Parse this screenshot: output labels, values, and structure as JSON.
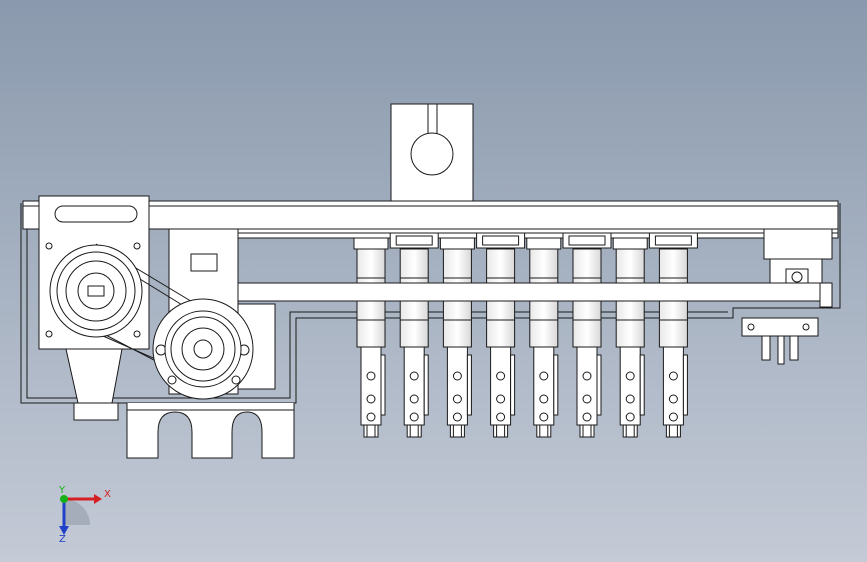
{
  "triad": {
    "x_label": "X",
    "y_label": "Y",
    "z_label": "Z",
    "x_color": "#d42020",
    "y_color": "#18b018",
    "z_color": "#2040c8"
  },
  "colors": {
    "background_top": "#8a99ad",
    "background_bottom": "#c4cad6",
    "part_fill": "#ffffff",
    "part_stroke": "#1a1a1a"
  },
  "model": {
    "nozzle_count": 8,
    "pulley_count": 2
  }
}
